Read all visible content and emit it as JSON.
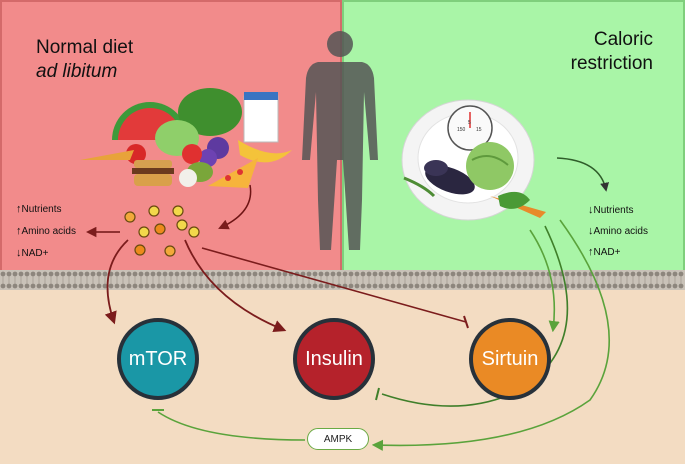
{
  "left_panel": {
    "title_line1": "Normal diet",
    "title_line2": "ad libitum"
  },
  "right_panel": {
    "title_line1": "Caloric",
    "title_line2": "restriction"
  },
  "left_effects": [
    "Nutrients",
    "Amino acids",
    "NAD+"
  ],
  "right_effects": [
    "Nutrients",
    "Amino acids",
    "NAD+"
  ],
  "nodes": {
    "mtor": {
      "label": "mTOR",
      "color": "#1a97a6"
    },
    "insulin": {
      "label": "Insulin",
      "color": "#b5222b"
    },
    "sirtuin": {
      "label": "Sirtuin",
      "color": "#ea8a25"
    }
  },
  "ampk": {
    "label": "AMPK"
  },
  "scale_dial": {
    "marks": [
      "150",
      "5",
      "15"
    ]
  },
  "colors": {
    "normal_bg": "#f28b8b",
    "restriction_bg": "#a9f5a7",
    "inhibit": "#7b1c1c",
    "activate": "#5aa33b"
  },
  "icons": [
    "human-silhouette-icon",
    "food-pile-icon",
    "plate-with-vegetables-icon"
  ]
}
